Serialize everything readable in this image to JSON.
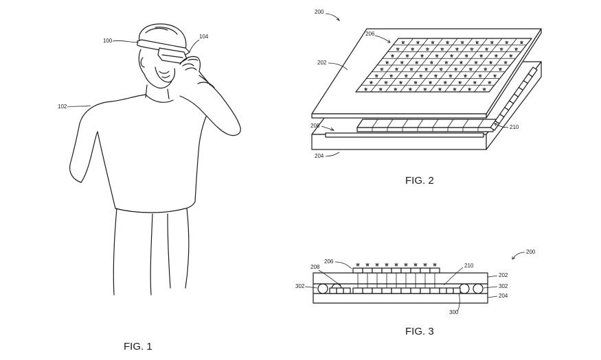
{
  "figures": {
    "fig1": {
      "caption": "FIG. 1",
      "refs": {
        "headset": "100",
        "user": "102",
        "hand": "104"
      }
    },
    "fig2": {
      "caption": "FIG. 2",
      "refs": {
        "assembly": "200",
        "top_layer": "202",
        "bottom_layer": "204",
        "emitters": "206",
        "gap": "208",
        "cells": "210"
      }
    },
    "fig3": {
      "caption": "FIG. 3",
      "refs": {
        "assembly": "200",
        "emitters": "206",
        "gap": "208",
        "cells": "210",
        "top_layer": "202",
        "spacer_left": "302",
        "spacer_right": "302",
        "bottom_layer": "204",
        "fill": "300"
      }
    }
  },
  "icons": {
    "emitter": "asterisk-emitter-icon"
  },
  "colors": {
    "line": "#1a1a1a",
    "background": "#ffffff"
  }
}
